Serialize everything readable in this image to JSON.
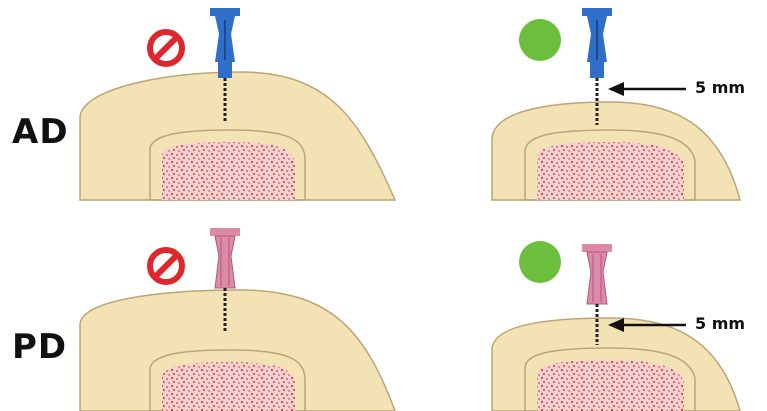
{
  "rows": [
    {
      "label": "AD",
      "needle_color": "#2f6fc9",
      "left": {
        "status": "not-allowed"
      },
      "right": {
        "status": "allowed",
        "measure": "5 mm"
      }
    },
    {
      "label": "PD",
      "needle_color": "#dc8aa8",
      "left": {
        "status": "not-allowed"
      },
      "right": {
        "status": "allowed",
        "measure": "5 mm"
      }
    }
  ],
  "colors": {
    "bone": "#f3e2b4",
    "bone_outline": "#b9a676",
    "marrow": "#f4d2d2",
    "marrow_dots": "#d43a3a",
    "prohibited": "#e0262d",
    "approved": "#6cbf3d"
  },
  "icons": {
    "prohibited": "no-entry-icon",
    "approved": "green-dot-icon"
  }
}
